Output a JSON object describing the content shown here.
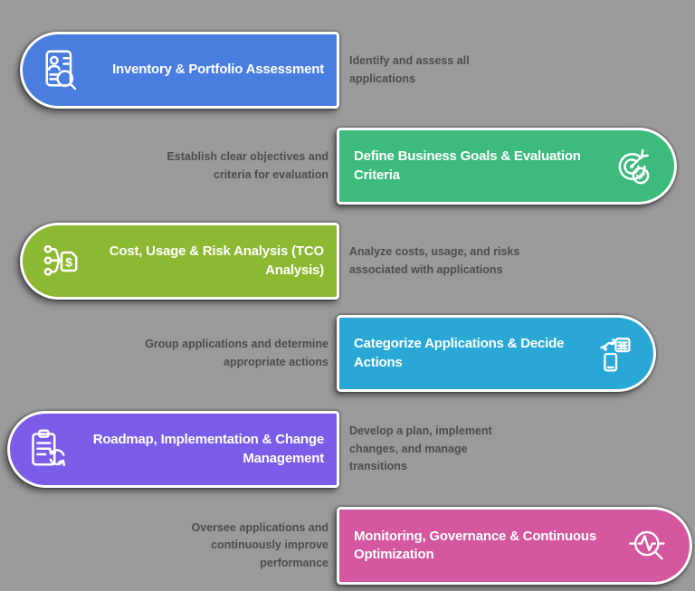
{
  "canvas": {
    "background": "#9a9a9a"
  },
  "text_colors": {
    "title": "#ffffff",
    "description": "#4d4d4d"
  },
  "steps": [
    {
      "side": "left",
      "color": "#4a7de0",
      "icon": "inventory-search-icon",
      "title": "Inventory & Portfolio Assessment",
      "description": "Identify and assess all applications"
    },
    {
      "side": "right",
      "color": "#3dbb7d",
      "icon": "goals-target-icon",
      "title": "Define Business Goals & Evaluation Criteria",
      "description": "Establish clear objectives and criteria for evaluation"
    },
    {
      "side": "left",
      "color": "#8cb832",
      "icon": "cost-analysis-icon",
      "title": "Cost, Usage & Risk Analysis (TCO Analysis)",
      "description": "Analyze costs, usage, and risks associated with applications"
    },
    {
      "side": "right",
      "color": "#29a8d5",
      "icon": "categorize-devices-icon",
      "title": "Categorize Applications & Decide Actions",
      "description": "Group applications and determine appropriate actions"
    },
    {
      "side": "left",
      "color": "#7b5ce8",
      "icon": "roadmap-clipboard-icon",
      "title": "Roadmap, Implementation & Change Management",
      "description": "Develop a plan, implement changes, and manage transitions"
    },
    {
      "side": "right",
      "color": "#d4579f",
      "icon": "monitoring-pulse-icon",
      "title": "Monitoring, Governance & Continuous Optimization",
      "description": "Oversee applications and continuously improve performance"
    }
  ]
}
